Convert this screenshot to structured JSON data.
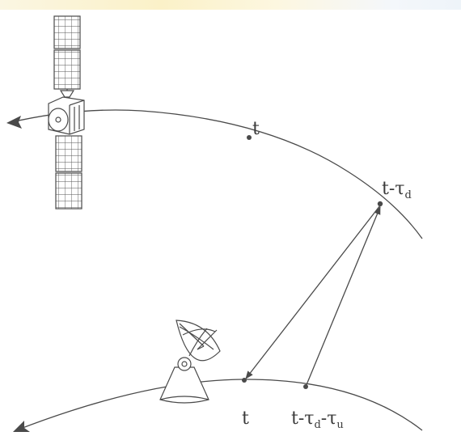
{
  "labels": {
    "sat_t": "t",
    "sat_t_tau": "t-",
    "tau_sym": "τ",
    "sub_d": "d",
    "sub_u": "u",
    "ground_t": "t",
    "ground_t_tau": "t-"
  },
  "colors": {
    "line": "#4a4a4a",
    "text": "#3a3a3a",
    "background": "#ffffff"
  },
  "icons": [
    "satellite-icon",
    "ground-antenna-icon"
  ]
}
